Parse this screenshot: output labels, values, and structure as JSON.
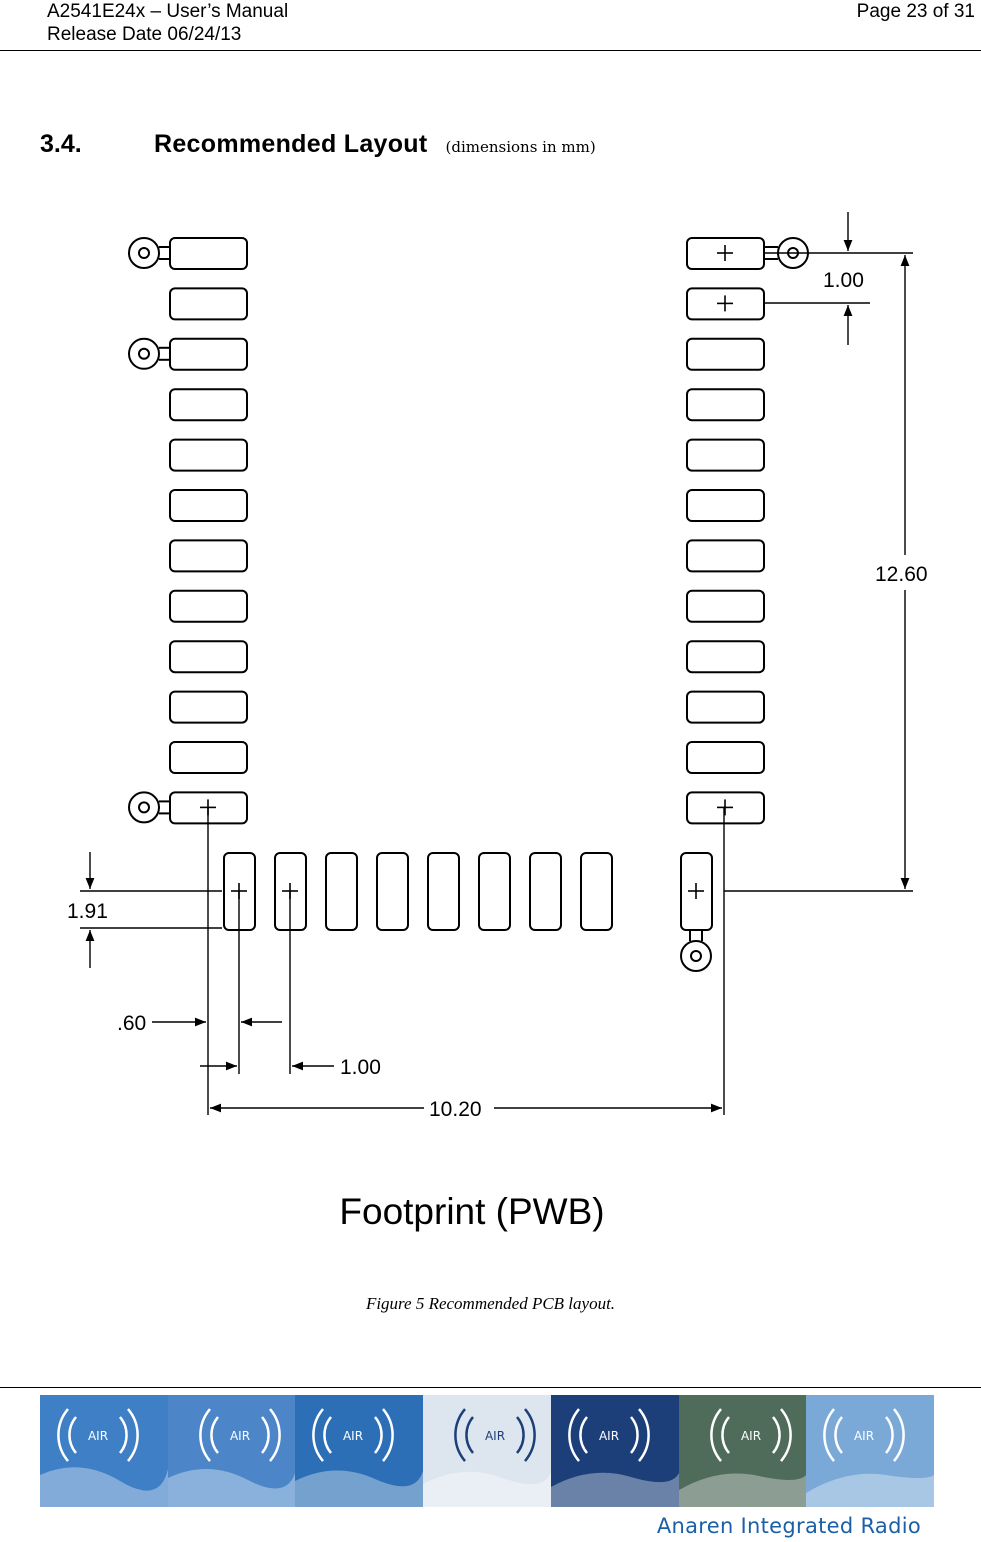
{
  "header": {
    "manual_title": "A2541E24x – User’s Manual",
    "release_date": "Release Date 06/24/13",
    "page_number": "Page 23 of 31"
  },
  "section": {
    "number": "3.4.",
    "title": "Recommended Layout",
    "note": "(dimensions in mm)"
  },
  "drawing": {
    "dimensions": {
      "pad_pitch": "1.00",
      "vertical_span": "12.60",
      "pad_length": "1.91",
      "pad_width": ".60",
      "pad_pitch_bottom": "1.00",
      "horizontal_span": "10.20"
    },
    "title": "Footprint (PWB)"
  },
  "caption": "Figure 5 Recommended PCB layout.",
  "footer": {
    "logo_text": "AIR",
    "brand": "Anaren Integrated Radio",
    "tile_colors": [
      "#3f7fc6",
      "#4c86c9",
      "#2c6fb6",
      "#dde6ee",
      "#1c3f7a",
      "#4f6b59",
      "#7aa9d8"
    ]
  }
}
